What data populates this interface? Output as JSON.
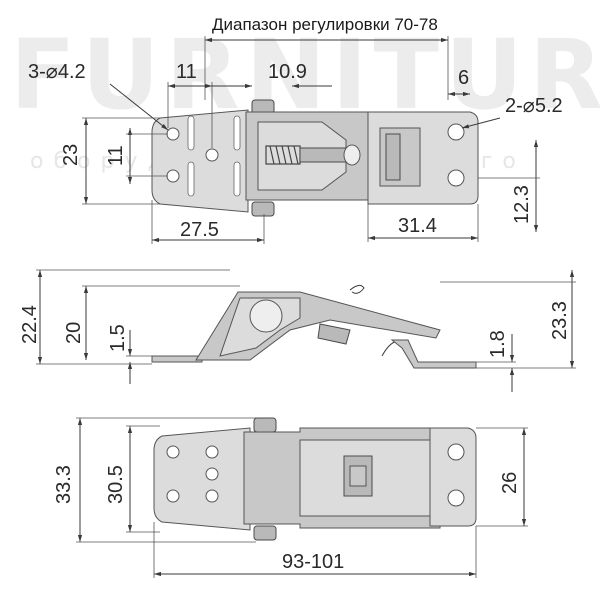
{
  "title": "Диапазон регулировки 70-78",
  "watermark": {
    "brand": "FURNITURA",
    "tagline": "оборудование будущего"
  },
  "top_view": {
    "holes_left": "3-⌀4.2",
    "holes_right": "2-⌀5.2",
    "dim_11_top": "11",
    "dim_10_9": "10.9",
    "dim_6": "6",
    "dim_23": "23",
    "dim_11_left": "11",
    "dim_12_3": "12.3",
    "dim_27_5": "27.5",
    "dim_31_4": "31.4"
  },
  "side_view": {
    "dim_22_4": "22.4",
    "dim_20": "20",
    "dim_1_5": "1.5",
    "dim_1_8": "1.8",
    "dim_23_3": "23.3"
  },
  "bottom_view": {
    "dim_33_3": "33.3",
    "dim_30_5": "30.5",
    "dim_26": "26",
    "dim_93_101": "93-101"
  },
  "colors": {
    "metal_light": "#dcdcdc",
    "metal_mid": "#c8c8c8",
    "metal_dark": "#b9b9b9",
    "line": "#3a3a3a"
  }
}
